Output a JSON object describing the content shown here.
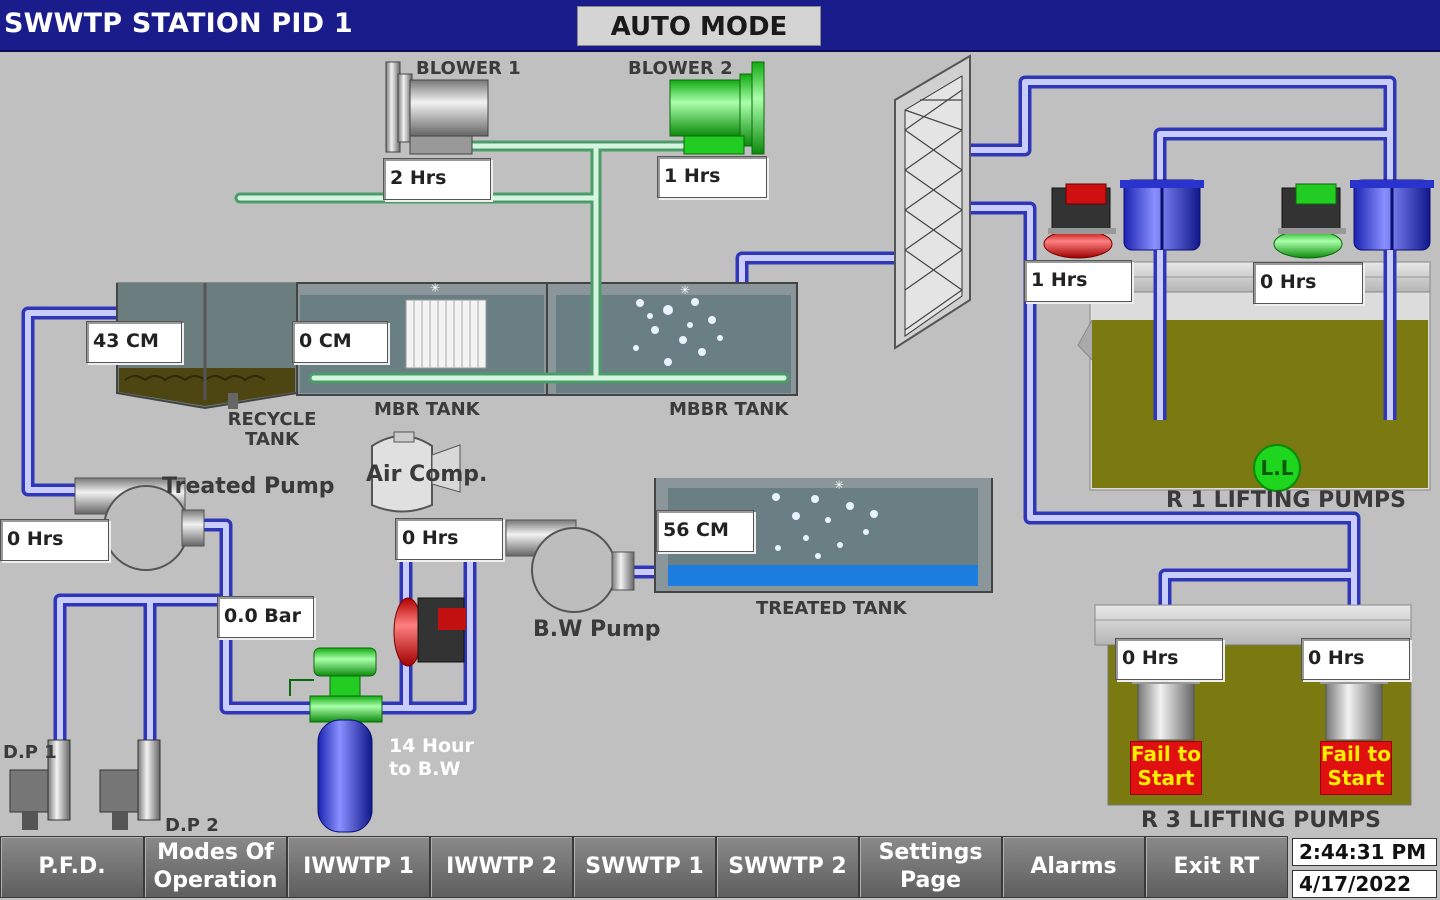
{
  "header": {
    "title": "SWWTP STATION PID 1",
    "mode": "AUTO MODE"
  },
  "equipment": {
    "blower1": {
      "label": "BLOWER 1",
      "hours": "2 Hrs"
    },
    "blower2": {
      "label": "BLOWER 2",
      "hours": "1 Hrs"
    },
    "recycle_tank": {
      "label": "RECYCLE TANK",
      "level": "43 CM"
    },
    "mbr_tank": {
      "label": "MBR TANK",
      "level": "0 CM"
    },
    "mbbr_tank": {
      "label": "MBBR TANK"
    },
    "treated_pump": {
      "label": "Treated Pump",
      "hours": "0 Hrs"
    },
    "pressure": {
      "value": "0.0 Bar"
    },
    "air_comp": {
      "label": "Air Comp.",
      "hours": "0 Hrs"
    },
    "bw_pump": {
      "label": "B.W Pump"
    },
    "treated_tank": {
      "label": "TREATED TANK",
      "level": "56 CM"
    },
    "bw_timer": {
      "text": "14 Hour to B.W"
    },
    "dp1": {
      "label": "D.P 1"
    },
    "dp2": {
      "label": "D.P 2"
    },
    "r1": {
      "label": "R 1 LIFTING PUMPS",
      "pump1_hours": "1 Hrs",
      "pump2_hours": "0 Hrs",
      "low_level": "L.L"
    },
    "r3": {
      "label": "R 3 LIFTING PUMPS",
      "pump1_hours": "0 Hrs",
      "pump2_hours": "0 Hrs",
      "pump1_status": "Fail to Start",
      "pump2_status": "Fail to Start"
    }
  },
  "nav": {
    "pfd": "P.F.D.",
    "modes": "Modes Of Operation",
    "iwwtp1": "IWWTP 1",
    "iwwtp2": "IWWTP 2",
    "swwtp1": "SWWTP 1",
    "swwtp2": "SWWTP 2",
    "settings": "Settings Page",
    "alarms": "Alarms",
    "exit": "Exit RT"
  },
  "clock": {
    "time": "2:44:31 PM",
    "date": "4/17/2022"
  },
  "colors": {
    "header_bg": "#1a1c8c",
    "pipe_air": "#bde8cf",
    "pipe_water": "#aab2ff",
    "tank_water": "#6a7f84",
    "sludge": "#7a7a10",
    "fail_bg": "#e01010",
    "fail_text": "#ffee00",
    "run_green": "#2aff2a",
    "stop_red": "#ff2020",
    "ll_green": "#1fd61f"
  }
}
